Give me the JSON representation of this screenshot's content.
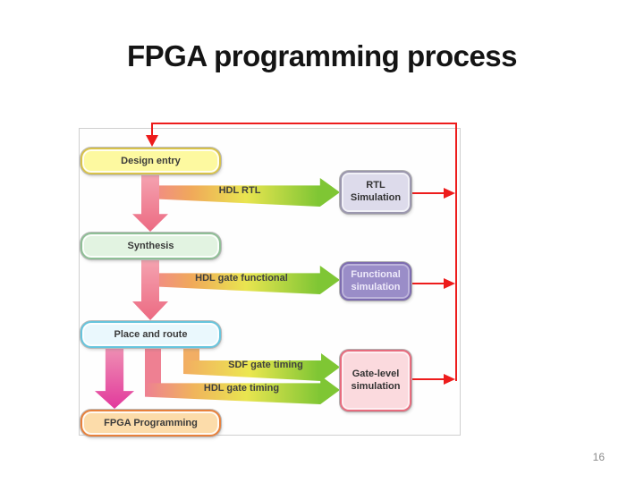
{
  "slide": {
    "title": "FPGA programming process",
    "page_number": "16"
  },
  "diagram": {
    "process_boxes": [
      {
        "label": "Design entry",
        "fill": "#fdf9a0",
        "border": "#d8c24a"
      },
      {
        "label": "Synthesis",
        "fill": "#e2f3e1",
        "border": "#8fbf96"
      },
      {
        "label": "Place and route",
        "fill": "#eaf8fd",
        "border": "#66c5dd"
      },
      {
        "label": "FPGA Programming",
        "fill": "#fcdcaa",
        "border": "#e8813c"
      }
    ],
    "simulation_boxes": [
      {
        "label": "RTL Simulation",
        "fill": "#dddbeb",
        "border": "#9b97ae",
        "text_color": "#333333"
      },
      {
        "label": "Functional simulation",
        "fill": "#9a8dc8",
        "border": "#7d6cb0",
        "text_color": "#eeeafa"
      },
      {
        "label": "Gate-level simulation",
        "fill": "#fbdade",
        "border": "#e76c7e",
        "text_color": "#333333"
      }
    ],
    "flow_labels": [
      "HDL RTL",
      "HDL gate functional",
      "SDF gate timing",
      "HDL gate timing"
    ],
    "colors": {
      "feedback_red": "#ed1c1c",
      "down_arrow_pink": "#ec6a82",
      "program_arrow_magenta": "#e2399c",
      "gradient_pink": "#f18f80",
      "gradient_orange": "#f0a95a",
      "gradient_yellow": "#e9e550",
      "gradient_green": "#7fc634"
    }
  }
}
